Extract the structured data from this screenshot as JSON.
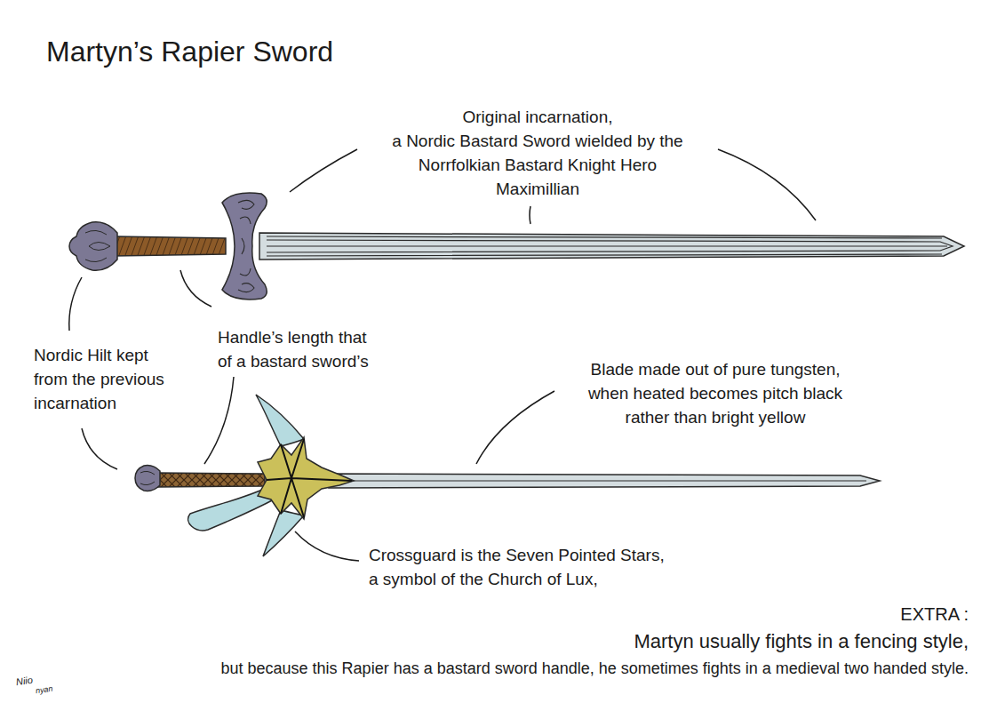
{
  "diagram": {
    "title": "Martyn’s Rapier Sword",
    "labels": [
      "Original incarnation, a Nordic Bastard Sword wielded by the Norrfolkian Bastard Knight Hero Maximillian",
      "Nordic Hilt kept from the previous incarnation",
      "Handle’s length that of a bastard sword’s",
      "Blade made out of pure tungsten, when heated becomes pitch black rather than bright yellow",
      "Crossguard is the Seven Pointed Stars, a symbol of the Church of Lux,",
      "EXTRA :",
      "Martyn usually fights in a fencing style,",
      "but because this Rapier has a bastard sword handle, he sometimes fights in a medieval two handed style.",
      "Niio",
      "nyan"
    ]
  }
}
